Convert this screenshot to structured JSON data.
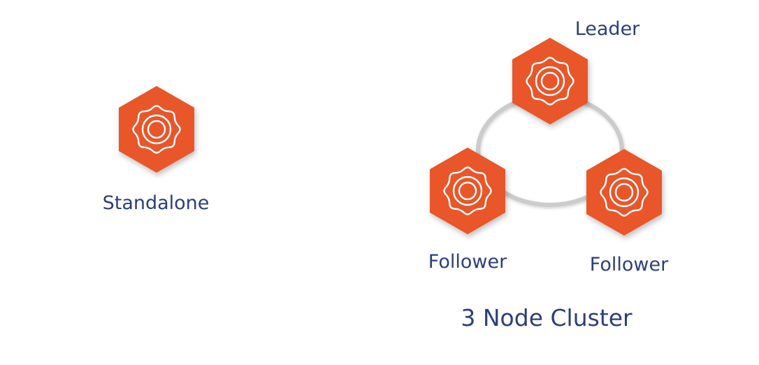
{
  "colors": {
    "node_fill": "#e8572a",
    "node_line": "#ffffff",
    "ring": "#cccccc",
    "label_text": "#2b3f7a"
  },
  "icons": {
    "node": "gear-icon"
  },
  "standalone": {
    "label": "Standalone"
  },
  "cluster": {
    "caption": "3 Node Cluster",
    "leader": {
      "label": "Leader"
    },
    "follower_left": {
      "label": "Follower"
    },
    "follower_right": {
      "label": "Follower"
    }
  }
}
